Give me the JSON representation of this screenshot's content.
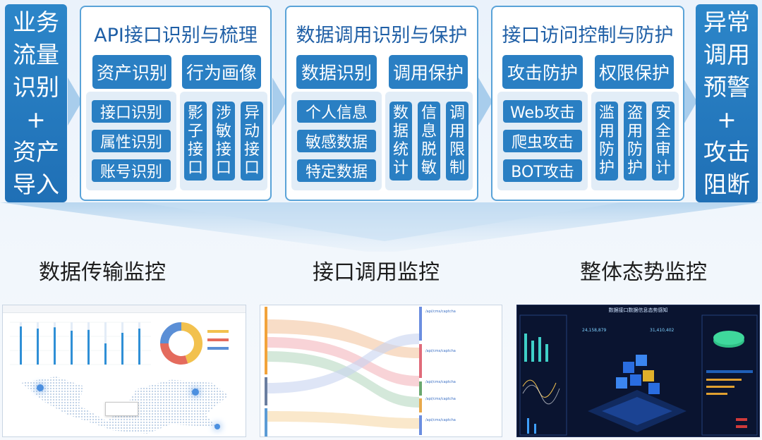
{
  "left_block": {
    "chars": [
      "业务",
      "流量",
      "识别",
      "+",
      "资产",
      "导入"
    ]
  },
  "right_block": {
    "chars": [
      "异常",
      "调用",
      "预警",
      "+",
      "攻击",
      "阻断"
    ]
  },
  "panels": [
    {
      "title": "API接口识别与梳理",
      "categories": [
        "资产识别",
        "行为画像"
      ],
      "list_items": [
        "接口识别",
        "属性识别",
        "账号识别"
      ],
      "vertical_items": [
        [
          "影",
          "子",
          "接",
          "口"
        ],
        [
          "涉",
          "敏",
          "接",
          "口"
        ],
        [
          "异",
          "动",
          "接",
          "口"
        ]
      ]
    },
    {
      "title": "数据调用识别与保护",
      "categories": [
        "数据识别",
        "调用保护"
      ],
      "list_items": [
        "个人信息",
        "敏感数据",
        "特定数据"
      ],
      "vertical_items": [
        [
          "数",
          "据",
          "统",
          "计"
        ],
        [
          "信",
          "息",
          "脱",
          "敏"
        ],
        [
          "调",
          "用",
          "限",
          "制"
        ]
      ]
    },
    {
      "title": "接口访问控制与防护",
      "categories": [
        "攻击防护",
        "权限保护"
      ],
      "list_items": [
        "Web攻击",
        "爬虫攻击",
        "BOT攻击"
      ],
      "vertical_items": [
        [
          "滥",
          "用",
          "防",
          "护"
        ],
        [
          "盗",
          "用",
          "防",
          "护"
        ],
        [
          "安",
          "全",
          "审",
          "计"
        ]
      ]
    }
  ],
  "monitors": [
    {
      "title": "数据传输监控"
    },
    {
      "title": "接口调用监控"
    },
    {
      "title": "整体态势监控"
    }
  ],
  "thumb1": {
    "chart_data": {
      "type": "bar",
      "values": [
        0.9,
        0.85,
        0.88,
        0.8,
        0.82,
        0.5,
        0.75,
        0.85
      ]
    },
    "donut": [
      {
        "value": 0.45,
        "color": "#f2c14e"
      },
      {
        "value": 0.3,
        "color": "#e46b5d"
      },
      {
        "value": 0.25,
        "color": "#5b8fd6"
      }
    ]
  },
  "thumb2": {
    "labels": [
      "/api/cms/captcha",
      "/api/cms/captcha",
      "/api/cms/captcha",
      "/api/cms/captcha",
      "/api/cms/captcha"
    ]
  },
  "thumb3": {
    "title": "数据接口数据信息态势感知",
    "metric_a": "24,158,879",
    "metric_b": "31,410,402"
  }
}
